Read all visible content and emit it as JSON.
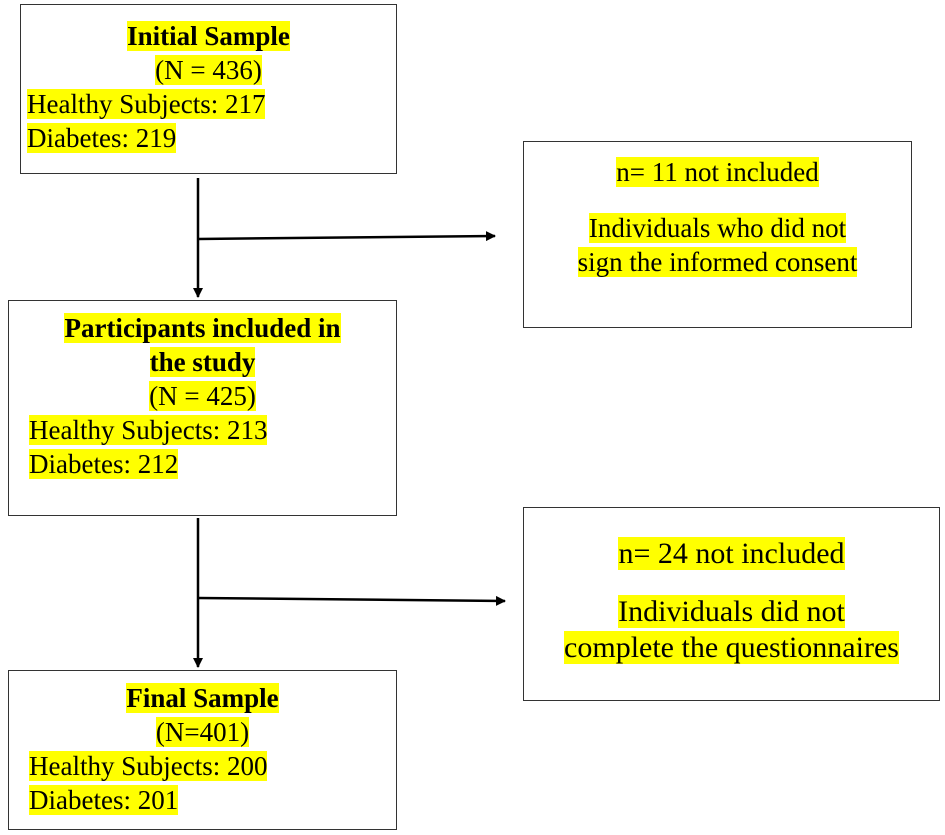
{
  "initial": {
    "title": "Initial Sample",
    "n": "(N = 436)",
    "healthy": "Healthy Subjects: 217",
    "diabetes": "Diabetes: 219"
  },
  "excluded_1": {
    "count": "n= 11 not included",
    "reason_line1": "Individuals who did not",
    "reason_line2": "sign the informed consent"
  },
  "included": {
    "title_line1": "Participants included in",
    "title_line2": "the study",
    "n": "(N = 425)",
    "healthy": "Healthy Subjects: 213",
    "diabetes": "Diabetes: 212"
  },
  "excluded_2": {
    "count": "n= 24 not included",
    "reason_line1": "Individuals did not",
    "reason_line2": "complete the questionnaires"
  },
  "final": {
    "title": "Final Sample",
    "n": "(N=401)",
    "healthy": "Healthy Subjects: 200",
    "diabetes": "Diabetes: 201"
  },
  "colors": {
    "highlight": "#ffff00",
    "border": "#333333",
    "arrow": "#000000"
  }
}
